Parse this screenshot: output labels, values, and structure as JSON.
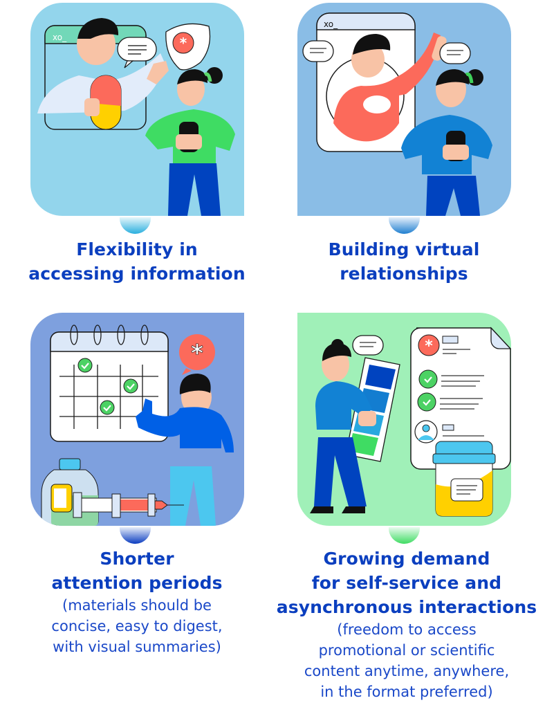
{
  "colors": {
    "heading": "#0b3fbf",
    "subtext": "#1a48c8",
    "panel_1_bg": "#93d5ec",
    "panel_2_bg": "#8abde6",
    "panel_3_bg": "#7ea0de",
    "panel_4_bg": "#a0f0b8"
  },
  "cards": [
    {
      "title_lines": [
        "Flexibility in",
        "accessing information"
      ],
      "subtitle_lines": [],
      "illustration": "doctor-video-call-with-pill-and-patient-with-phone",
      "window_label": "xo_"
    },
    {
      "title_lines": [
        "Building virtual",
        "relationships"
      ],
      "subtitle_lines": [],
      "illustration": "video-call-window-with-person-waving-and-patient-with-phone",
      "window_label": "xo_"
    },
    {
      "title_lines": [
        "Shorter",
        "attention periods"
      ],
      "subtitle_lines": [
        "(materials should be",
        "concise, easy to digest,",
        "with visual summaries)"
      ],
      "illustration": "calendar-with-checkmarks-medicine-bottle-syringe-person-pointing"
    },
    {
      "title_lines": [
        "Growing demand",
        "for self-service and",
        "asynchronous interactions"
      ],
      "subtitle_lines": [
        "(freedom to access",
        "promotional or scientific",
        "content anytime, anywhere,",
        "in the format preferred)"
      ],
      "illustration": "person-with-color-chart-medical-document-sample-jar"
    }
  ]
}
